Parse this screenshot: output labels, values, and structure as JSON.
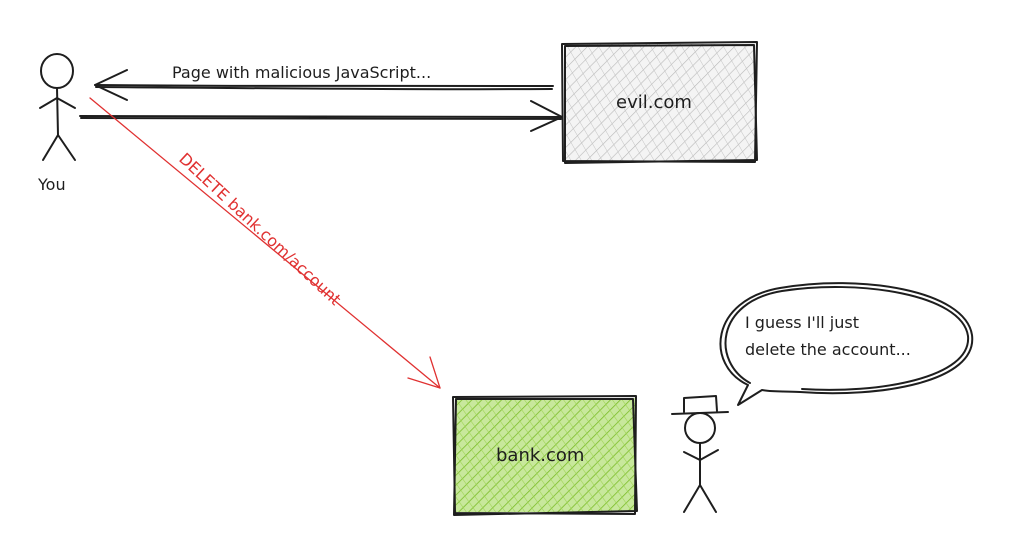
{
  "actors": {
    "you_label": "You"
  },
  "servers": {
    "evil": {
      "label": "evil.com",
      "fill": "#dcdcdc"
    },
    "bank": {
      "label": "bank.com",
      "fill": "#8fca3e"
    }
  },
  "arrows": {
    "response_label": "Page with malicious JavaScript...",
    "attack_label": "DELETE bank.com/account",
    "attack_color": "#e03131"
  },
  "speech_bubble": {
    "line1": "I guess I'll just",
    "line2": "delete the account..."
  },
  "colors": {
    "ink": "#1e1e1e"
  }
}
